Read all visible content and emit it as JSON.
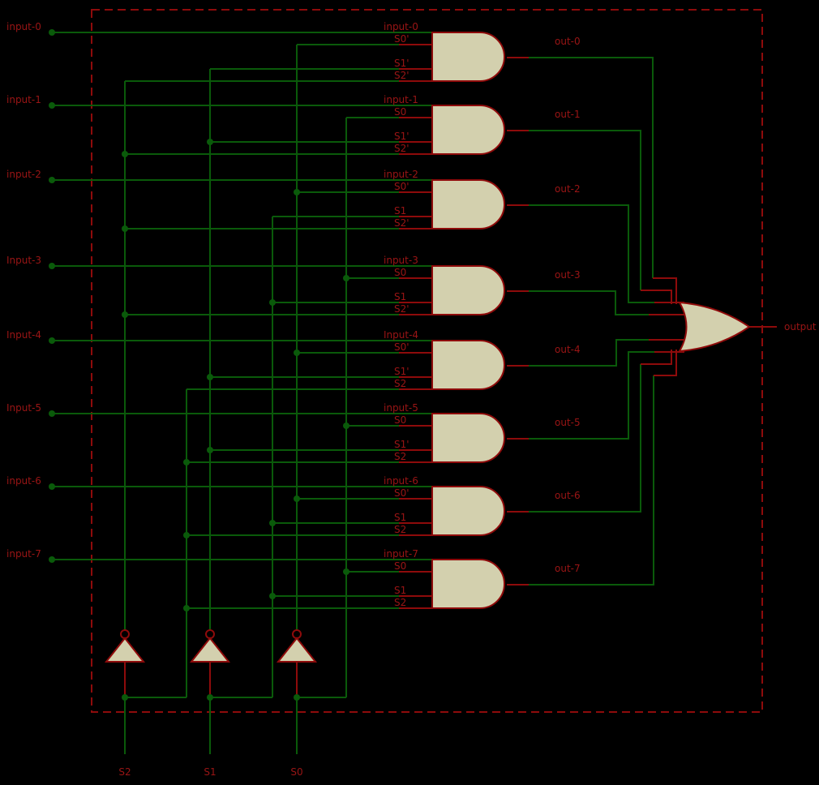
{
  "colors": {
    "background": "#000000",
    "wire_green": "#0a5a0a",
    "component_red": "#8e0b0b",
    "label_red": "#9a1515",
    "gate_fill_beige": "#d3d0ae"
  },
  "left_inputs": [
    "input-0",
    "input-1",
    "input-2",
    "Input-3",
    "Input-4",
    "Input-5",
    "input-6",
    "input-7"
  ],
  "and_gates": [
    {
      "net": "input-0",
      "pins": [
        "S0'",
        "S1'",
        "S2'"
      ],
      "out": "out-0"
    },
    {
      "net": "input-1",
      "pins": [
        "S0",
        "S1'",
        "S2'"
      ],
      "out": "out-1"
    },
    {
      "net": "input-2",
      "pins": [
        "S0'",
        "S1",
        "S2'"
      ],
      "out": "out-2"
    },
    {
      "net": "input-3",
      "pins": [
        "S0",
        "S1",
        "S2'"
      ],
      "out": "out-3"
    },
    {
      "net": "Input-4",
      "pins": [
        "S0'",
        "S1'",
        "S2"
      ],
      "out": "out-4"
    },
    {
      "net": "input-5",
      "pins": [
        "S0",
        "S1'",
        "S2"
      ],
      "out": "out-5"
    },
    {
      "net": "input-6",
      "pins": [
        "S0'",
        "S1",
        "S2"
      ],
      "out": "out-6"
    },
    {
      "net": "input-7",
      "pins": [
        "S0",
        "S1",
        "S2"
      ],
      "out": "out-7"
    }
  ],
  "select_inputs": [
    "S2",
    "S1",
    "S0"
  ],
  "or_gate": {
    "label": "output"
  }
}
